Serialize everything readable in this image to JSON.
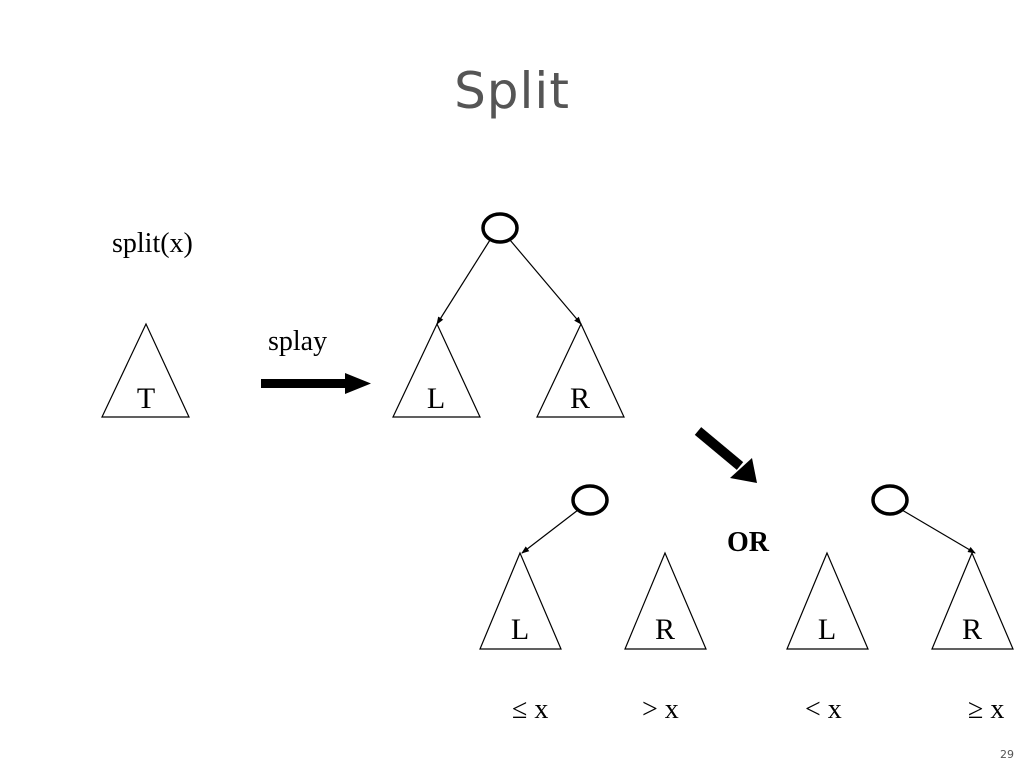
{
  "slide": {
    "title": "Split",
    "page_number": "29"
  },
  "diagram": {
    "call_label": "split(x)",
    "splay_label": "splay",
    "or_label": "OR",
    "original_tree": {
      "label": "T"
    },
    "splayed": {
      "left": "L",
      "right": "R"
    },
    "case_a": {
      "left": "L",
      "right": "R",
      "left_condition": "≤ x",
      "right_condition": "> x"
    },
    "case_b": {
      "left": "L",
      "right": "R",
      "left_condition": "< x",
      "right_condition": "≥ x"
    }
  }
}
